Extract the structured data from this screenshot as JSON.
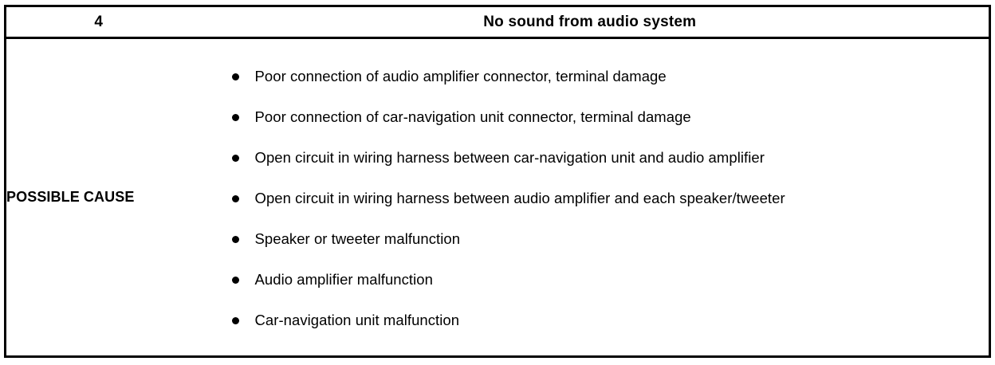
{
  "table": {
    "header": {
      "number": "4",
      "title": "No sound from audio system"
    },
    "body": {
      "label": "POSSIBLE CAUSE",
      "bullet_glyph": "bullet-dot",
      "causes": [
        "Poor connection of audio amplifier connector, terminal damage",
        "Poor connection of car-navigation unit connector, terminal damage",
        "Open circuit in wiring harness between car-navigation unit and audio amplifier",
        "Open circuit in wiring harness between audio amplifier and each speaker/tweeter",
        "Speaker or tweeter malfunction",
        "Audio amplifier malfunction",
        "Car-navigation unit malfunction"
      ]
    }
  },
  "colors": {
    "border": "#000000",
    "text": "#000000",
    "background": "#ffffff"
  }
}
